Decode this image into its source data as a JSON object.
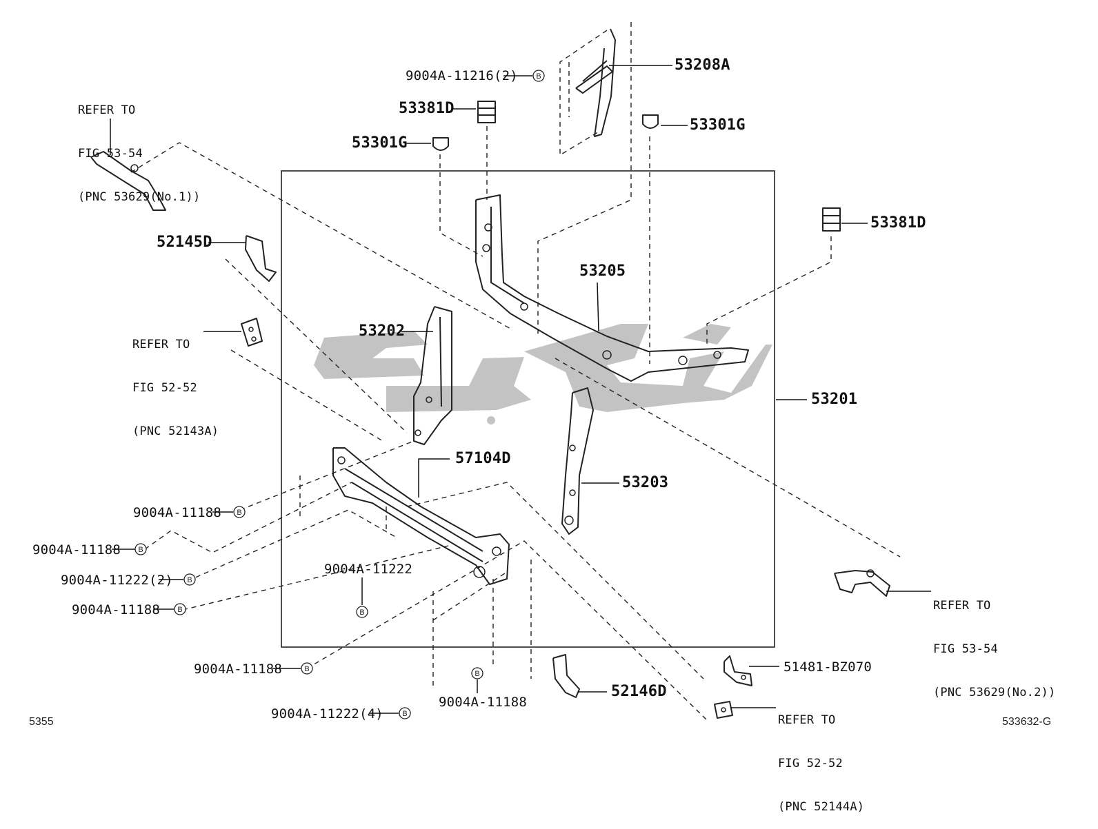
{
  "corner_left": "5355",
  "corner_right": "533632-G",
  "bolt_glyph": "B",
  "callouts": {
    "p53208A": "53208A",
    "p9004A_11216": "9004A-11216(2)",
    "p53381D_top": "53381D",
    "p53301G_left": "53301G",
    "p53301G_right": "53301G",
    "p53381D_right": "53381D",
    "p52145D": "52145D",
    "p53205": "53205",
    "p53202": "53202",
    "p53201": "53201",
    "p57104D": "57104D",
    "p53203": "53203",
    "p9004A_11188_a": "9004A-11188",
    "p9004A_11188_b": "9004A-11188",
    "p9004A_11222_2": "9004A-11222(2)",
    "p9004A_11188_c": "9004A-11188",
    "p9004A_11222": "9004A-11222",
    "p9004A_11188_d": "9004A-11188",
    "p9004A_11188_e": "9004A-11188",
    "p9004A_11222_4": "9004A-11222(4)",
    "p52146D": "52146D",
    "p51481": "51481-BZ070"
  },
  "references": {
    "ref_top_left": [
      "REFER TO",
      "FIG 53-54",
      "(PNC 53629(No.1))"
    ],
    "ref_mid_left": [
      "REFER TO",
      "FIG 52-52",
      "(PNC 52143A)"
    ],
    "ref_right": [
      "REFER TO",
      "FIG 53-54",
      "(PNC 53629(No.2))"
    ],
    "ref_bottom": [
      "REFER TO",
      "FIG 52-52",
      "(PNC 52144A)"
    ]
  }
}
